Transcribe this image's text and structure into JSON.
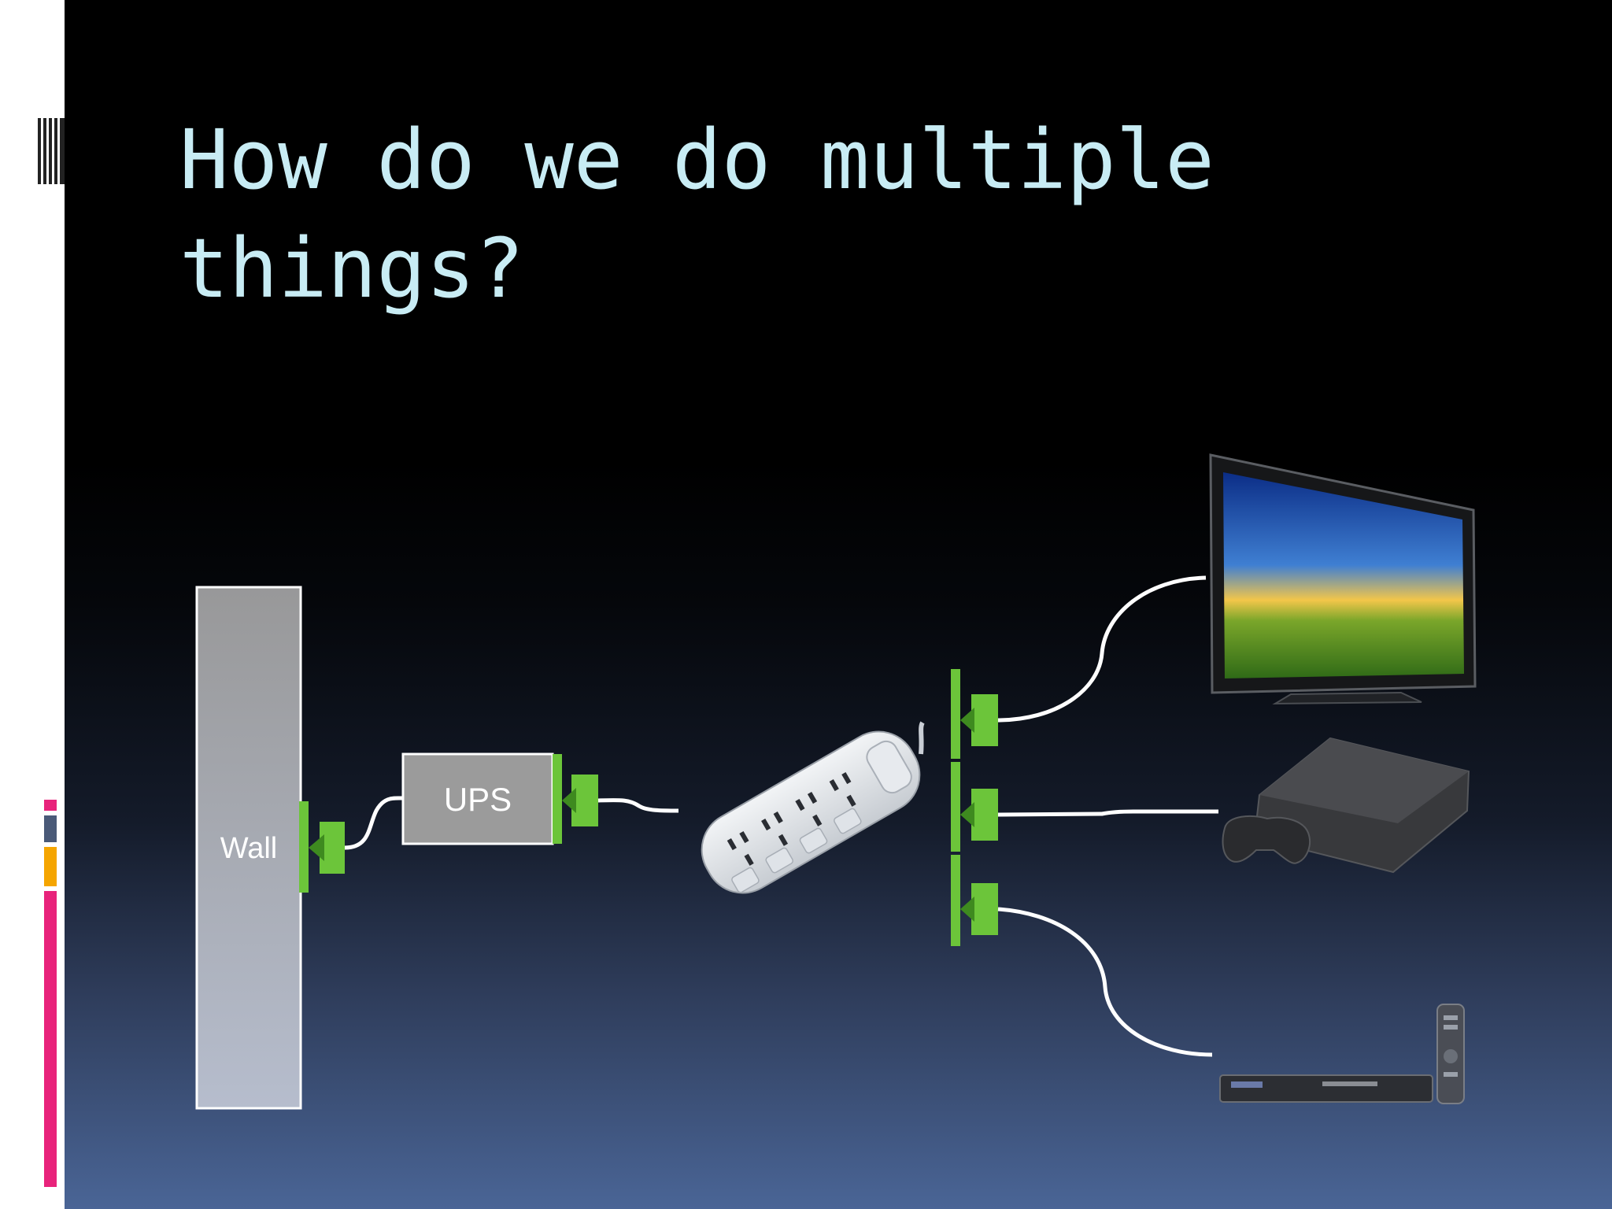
{
  "slide": {
    "title": "How do we do multiple things?"
  },
  "diagram": {
    "wall_label": "Wall",
    "ups_label": "UPS",
    "devices": [
      "tv-icon",
      "game-console-icon",
      "blu-ray-player-icon"
    ],
    "colors": {
      "plug": "#6cc53a",
      "plug_dark": "#3e8a1f",
      "wall_box_top": "#9a9a9c",
      "wall_box_bottom": "#b4bccc",
      "ups_box": "#9b9b9b",
      "cable": "#ffffff",
      "title": "#c8ecf4"
    }
  }
}
